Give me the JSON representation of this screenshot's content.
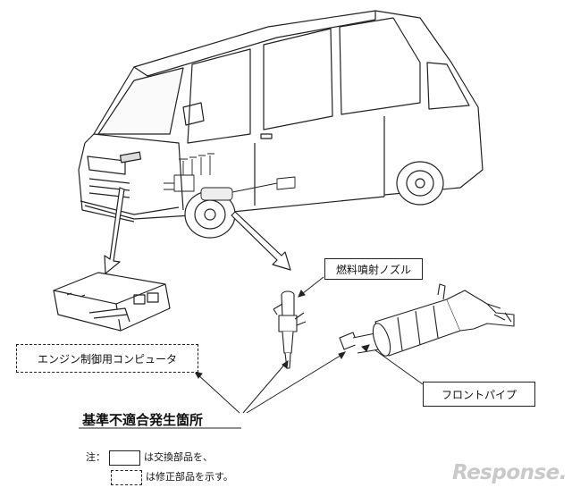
{
  "labels": {
    "nozzle": "燃料噴射ノズル",
    "ecu": "エンジン制御用コンピュータ",
    "pipe": "フロントパイプ",
    "heading": "基準不適合発生箇所"
  },
  "legend": {
    "prefix": "注：",
    "solid_text": "は交換部品を、",
    "dashed_text": "は修正部品を示す。"
  },
  "watermark": "Response."
}
